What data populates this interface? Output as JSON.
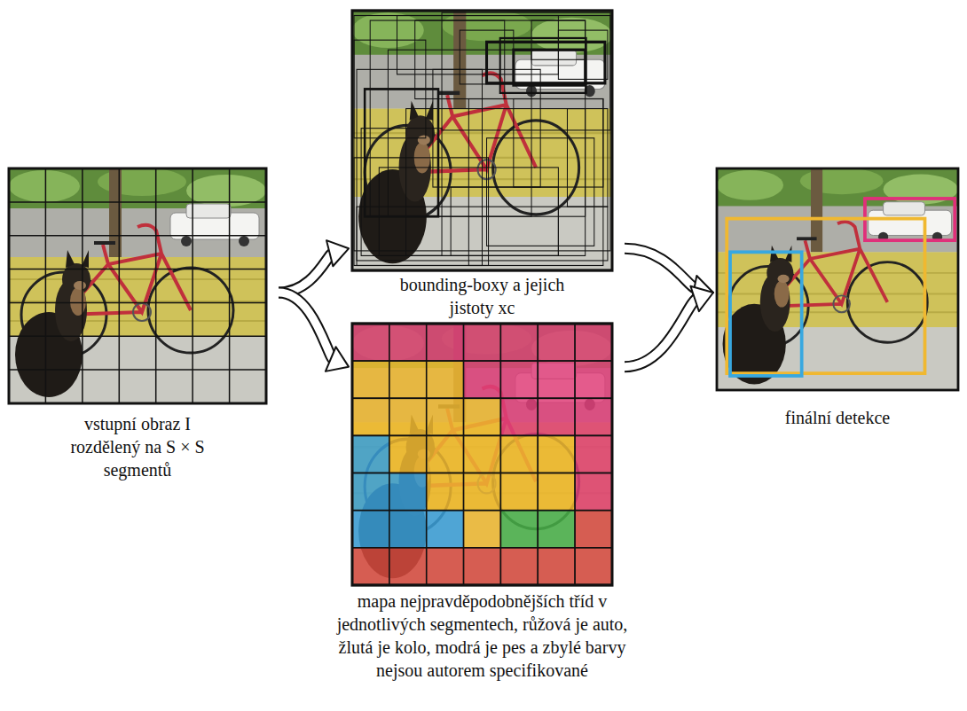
{
  "diagram": {
    "nodes": [
      {
        "text": [
          "vstupní obraz I rozdělený na S × S segmentů"
        ]
      },
      {
        "text": [
          "bounding-boxy a jejich jistoty xc"
        ]
      },
      {
        "text": [
          "mapa nejpravděpodobnějších tříd v jednotlivých segmentech, růžová je auto, žlutá je kolo, modrá je pes a zbylé barvy nejsou autorem specifikované"
        ]
      },
      {
        "text": [
          "finální detekce"
        ]
      }
    ],
    "edges": [
      {
        "from": 0,
        "to": 1,
        "arrow": "to"
      },
      {
        "from": 0,
        "to": 2,
        "arrow": "to"
      },
      {
        "from": 1,
        "to": 3,
        "arrow": "to"
      },
      {
        "from": 2,
        "to": 3,
        "arrow": "to"
      }
    ]
  }
}
